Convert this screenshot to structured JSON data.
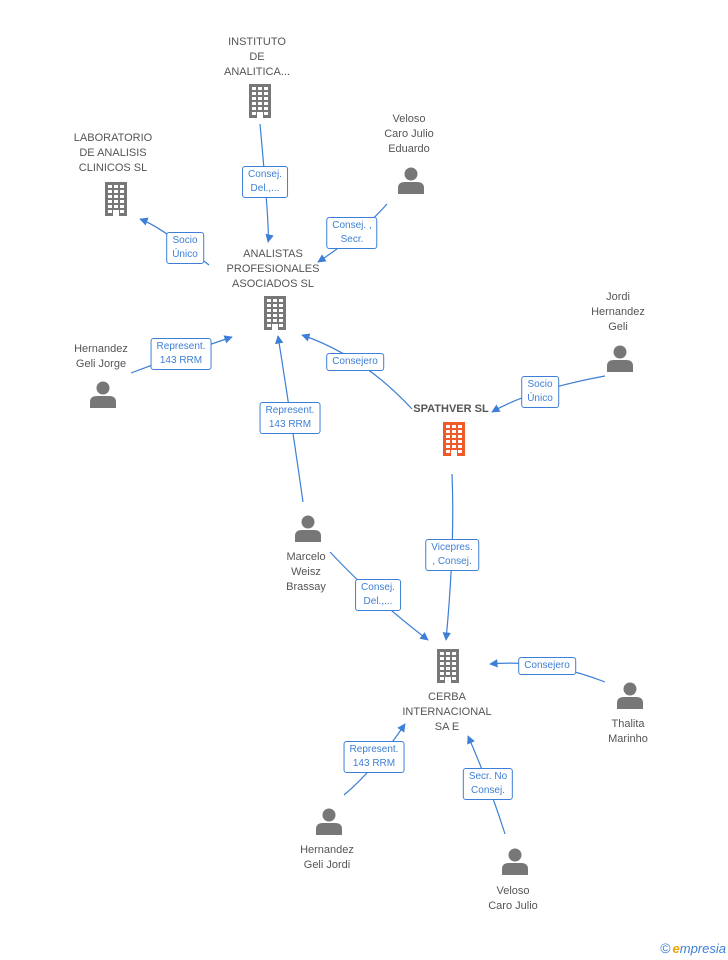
{
  "colors": {
    "edge": "#3d7fd6",
    "company": "#777777",
    "company_highlight": "#f05a28",
    "person": "#777777"
  },
  "nodes": [
    {
      "id": "instituto",
      "kind": "company",
      "lines": [
        "INSTITUTO",
        "DE",
        "ANALITICA..."
      ]
    },
    {
      "id": "laboratorio",
      "kind": "company",
      "lines": [
        "LABORATORIO",
        "DE ANALISIS",
        "CLINICOS SL"
      ]
    },
    {
      "id": "veloso1",
      "kind": "person",
      "lines": [
        "Veloso",
        "Caro Julio",
        "Eduardo"
      ]
    },
    {
      "id": "analistas",
      "kind": "company",
      "lines": [
        "ANALISTAS",
        "PROFESIONALES",
        "ASOCIADOS SL"
      ]
    },
    {
      "id": "jordi",
      "kind": "person",
      "lines": [
        "Jordi",
        "Hernandez",
        "Geli"
      ]
    },
    {
      "id": "hernandez1",
      "kind": "person",
      "lines": [
        "Hernandez",
        "Geli Jorge"
      ]
    },
    {
      "id": "spathver",
      "kind": "company",
      "highlight": true,
      "lines": [
        "SPATHVER SL"
      ]
    },
    {
      "id": "marcelo",
      "kind": "person",
      "lines": [
        "Marcelo",
        "Weisz",
        "Brassay"
      ]
    },
    {
      "id": "cerba",
      "kind": "company",
      "lines": [
        "CERBA",
        "INTERNACIONAL",
        "SA E"
      ]
    },
    {
      "id": "thalita",
      "kind": "person",
      "lines": [
        "Thalita",
        "Marinho"
      ]
    },
    {
      "id": "hernandez2",
      "kind": "person",
      "lines": [
        "Hernandez",
        "Geli Jordi"
      ]
    },
    {
      "id": "veloso2",
      "kind": "person",
      "lines": [
        "Veloso",
        "Caro Julio"
      ]
    }
  ],
  "edges": [
    {
      "id": "e1",
      "from": "instituto",
      "to": "analistas",
      "label": [
        "Consej.",
        "Del.,..."
      ]
    },
    {
      "id": "e2",
      "from": "analistas",
      "to": "laboratorio",
      "label": [
        "Socio",
        "Único"
      ]
    },
    {
      "id": "e3",
      "from": "veloso1",
      "to": "analistas",
      "label": [
        "Consej. ,",
        "Secr."
      ]
    },
    {
      "id": "e4",
      "from": "hernandez1",
      "to": "analistas",
      "label": [
        "Represent.",
        "143 RRM"
      ]
    },
    {
      "id": "e5",
      "from": "marcelo",
      "to": "analistas",
      "label": [
        "Represent.",
        "143 RRM"
      ]
    },
    {
      "id": "e6",
      "from": "spathver",
      "to": "analistas",
      "label": [
        "Consejero"
      ]
    },
    {
      "id": "e7",
      "from": "jordi",
      "to": "spathver",
      "label": [
        "Socio",
        "Único"
      ]
    },
    {
      "id": "e8",
      "from": "spathver",
      "to": "cerba",
      "label": [
        "Vicepres.",
        ", Consej."
      ]
    },
    {
      "id": "e9",
      "from": "marcelo",
      "to": "cerba",
      "label": [
        "Consej.",
        "Del.,..."
      ]
    },
    {
      "id": "e10",
      "from": "thalita",
      "to": "cerba",
      "label": [
        "Consejero"
      ]
    },
    {
      "id": "e11",
      "from": "hernandez2",
      "to": "cerba",
      "label": [
        "Represent.",
        "143 RRM"
      ]
    },
    {
      "id": "e12",
      "from": "veloso2",
      "to": "cerba",
      "label": [
        "Secr.  No",
        "Consej."
      ]
    }
  ],
  "footer": {
    "copyright": "©",
    "brand_initial": "e",
    "brand_rest": "mpresia"
  }
}
